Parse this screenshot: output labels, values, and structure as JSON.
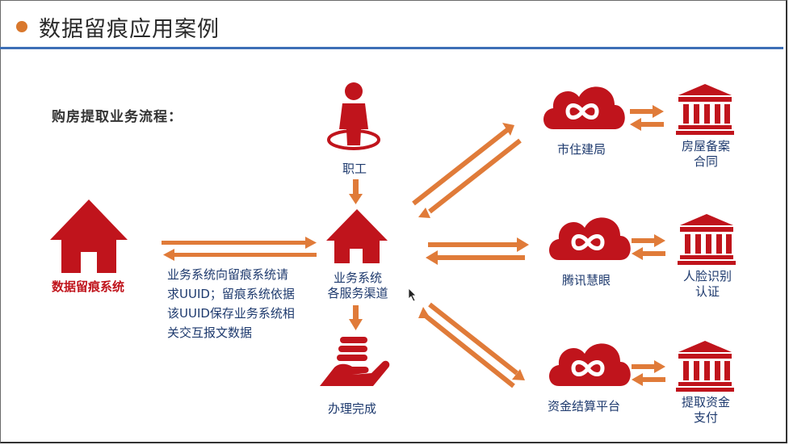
{
  "header": {
    "title": "数据留痕应用案例"
  },
  "subtitle": "购房提取业务流程：",
  "nodes": {
    "trace_system": "数据留痕系统",
    "employee": "职工",
    "business_line1": "业务系统",
    "business_line2": "各服务渠道",
    "done": "办理完成",
    "housing_bureau": "市住建局",
    "tencent": "腾讯慧眼",
    "settlement": "资金结算平台",
    "contract_line1": "房屋备案",
    "contract_line2": "合同",
    "face_line1": "人脸识别",
    "face_line2": "认证",
    "pay_line1": "提取资金",
    "pay_line2": "支付"
  },
  "description": [
    "业务系统向留痕系统请",
    "求UUID；留痕系统依据",
    "该UUID保存业务系统相",
    "关交互报文数据"
  ],
  "colors": {
    "red": "#c0141c",
    "orange": "#e07b39",
    "blue": "#3d6fb6",
    "text": "#1e3a6e"
  }
}
